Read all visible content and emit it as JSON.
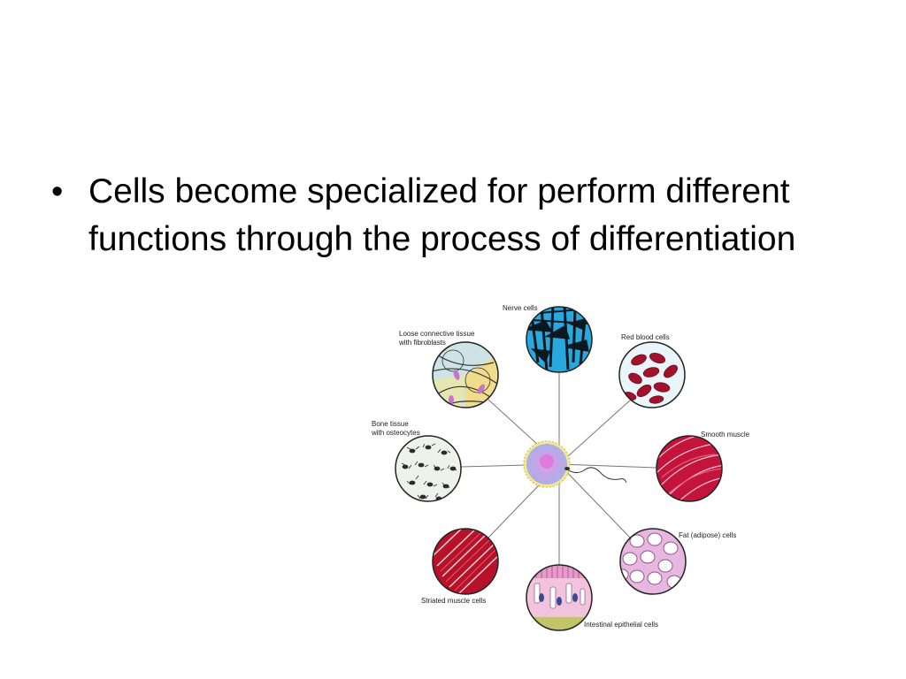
{
  "slide": {
    "bullet_text": "Cells become specialized for perform different functions through the process of differentiation"
  },
  "diagram": {
    "labels": {
      "nerve": "Nerve cells",
      "red_blood": "Red blood cells",
      "smooth_muscle": "Smooth muscle",
      "fat": "Fat (adipose) cells",
      "intestinal": "Intestinal epithelial cells",
      "striated": "Striated muscle cells",
      "bone_line1": "Bone tissue",
      "bone_line2": "with osteocytes",
      "loose_line1": "Loose connective tissue",
      "loose_line2": "with fibroblasts"
    },
    "colors": {
      "nerve": "#29a8dd",
      "red_blood_bg": "#e8f4f8",
      "red_blood_cell": "#a3122d",
      "smooth_muscle": "#c4143c",
      "fat": "#e7b8df",
      "intestinal": "#f3c3dd",
      "striated": "#b8122a",
      "bone": "#eef2ea",
      "loose": "#cde3e6",
      "stem_outer": "#d9d9f0",
      "stem_inner": "#d98ae0"
    }
  }
}
